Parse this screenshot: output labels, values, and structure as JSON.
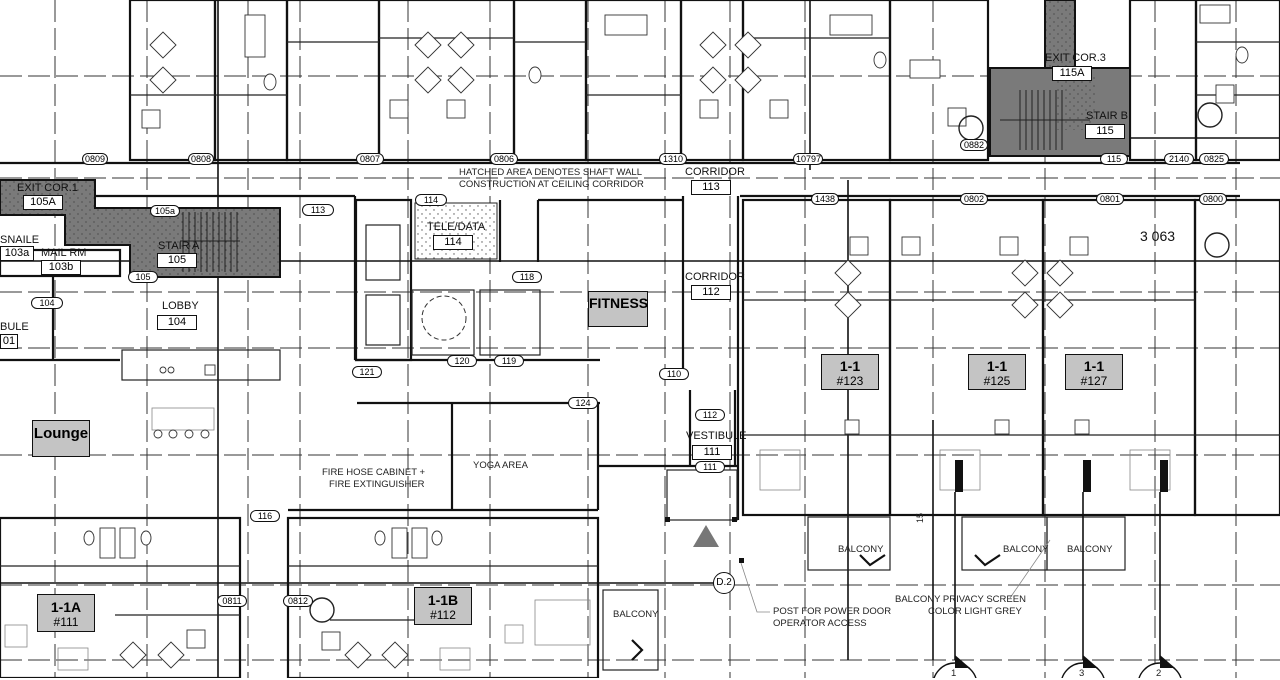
{
  "drawing": {
    "type": "architectural-floor-plan",
    "accent_colors": {
      "wall": "#111111",
      "stair_hatch": "#7a7a7a",
      "tag_fill": "#c4c4c4"
    }
  },
  "rooms": {
    "exit_cor_1": {
      "name": "EXIT COR.1",
      "number": "105A"
    },
    "signage": {
      "name": "SNAILE",
      "number": "103a"
    },
    "mail_rm": {
      "name": "MAIL RM",
      "number": "103b"
    },
    "stair_a": {
      "name": "STAIR A",
      "number": "105"
    },
    "lobby": {
      "name": "LOBBY",
      "number": "104"
    },
    "vestibule_left": {
      "name": "BULE",
      "number": "01"
    },
    "tele_data": {
      "name": "TELE/DATA",
      "number": "114"
    },
    "corridor_113": {
      "name": "CORRIDOR",
      "number": "113"
    },
    "corridor_112": {
      "name": "CORRIDOR",
      "number": "112"
    },
    "vestibule": {
      "name": "VESTIBULE",
      "number": "111"
    },
    "exit_cor_3": {
      "name": "EXIT COR.3",
      "number": "115A"
    },
    "stair_b": {
      "name": "STAIR B",
      "number": "115"
    },
    "yoga": {
      "name": "YOGA AREA"
    },
    "balconies": [
      "BALCONY",
      "BALCONY",
      "BALCONY",
      "BALCONY"
    ]
  },
  "tags": {
    "fitness": "FITNESS",
    "lounge": "Lounge"
  },
  "units": [
    {
      "type": "1-1",
      "number": "#123"
    },
    {
      "type": "1-1",
      "number": "#125"
    },
    {
      "type": "1-1",
      "number": "#127"
    },
    {
      "type": "1-1A",
      "number": "#111"
    },
    {
      "type": "1-1B",
      "number": "#112"
    }
  ],
  "door_tags": {
    "top_row": [
      "0809",
      "0808",
      "0807",
      "0806",
      "1310",
      "10797",
      "0882",
      "115",
      "2140",
      "0825"
    ],
    "corridor_row": [
      "1438",
      "0802",
      "0801",
      "0800"
    ],
    "left": [
      "105a",
      "105",
      "104",
      "113",
      "114"
    ],
    "center": [
      "118",
      "120",
      "119",
      "121",
      "110",
      "124",
      "112",
      "111"
    ],
    "lower": [
      "116",
      "0811",
      "0812"
    ]
  },
  "notes": {
    "hatched_line1": "HATCHED AREA DENOTES SHAFT WALL",
    "hatched_line2": "CONSTRUCTION AT CEILING CORRIDOR",
    "fire_line1": "FIRE HOSE CABINET +",
    "fire_line2": "FIRE EXTINGUISHER",
    "post_line1": "POST FOR POWER DOOR",
    "post_line2": "OPERATOR ACCESS",
    "screen_line1": "BALCONY PRIVACY SCREEN",
    "screen_line2": "COLOR LIGHT GREY"
  },
  "grid_bubbles": {
    "d2": "D.2",
    "b1": "1",
    "b3": "3",
    "b2": "2"
  },
  "dimensions": {
    "corridor_width": "3 063",
    "small_dim": "15"
  }
}
